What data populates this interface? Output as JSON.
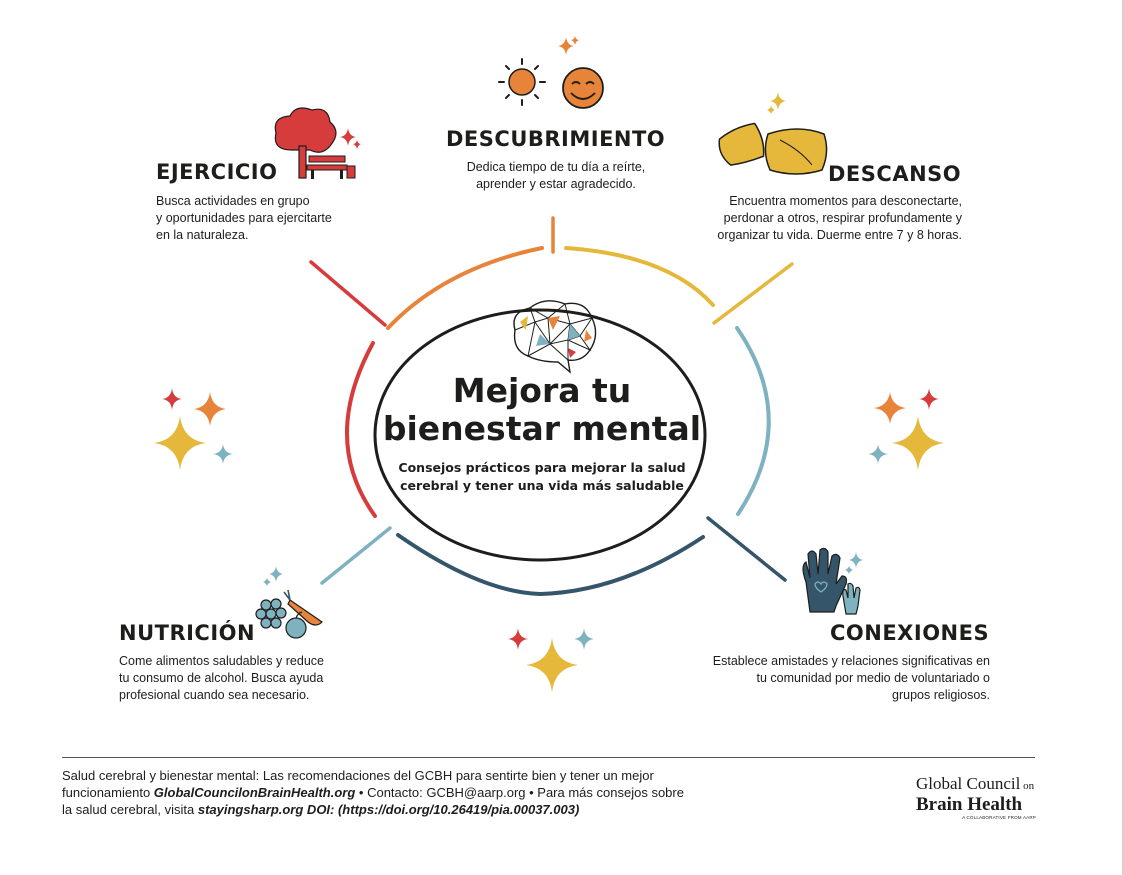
{
  "colors": {
    "ejercicio": "#d63c3c",
    "descubrimiento": "#e8833a",
    "descanso": "#e5b73b",
    "conexiones": "#7fb2c0",
    "nutricion": "#7fb2c0",
    "nutricion_line": "#35556b",
    "dark": "#1d1d1b"
  },
  "center": {
    "title_line1": "Mejora tu",
    "title_line2": "bienestar mental",
    "subtitle_line1": "Consejos prácticos para mejorar la salud",
    "subtitle_line2": "cerebral y tener una vida más saludable",
    "icon": "brain-network-icon"
  },
  "sections": {
    "descubrimiento": {
      "title": "DESCUBRIMIENTO",
      "text": "Dedica tiempo de tu día a reírte,\naprender y estar agradecido.",
      "icon": "sun-and-smiley-icon"
    },
    "ejercicio": {
      "title": "EJERCICIO",
      "text": "Busca actividades en grupo\ny oportunidades para ejercitarte\nen la naturaleza.",
      "icon": "tree-and-bench-icon"
    },
    "descanso": {
      "title": "DESCANSO",
      "text": "Encuentra momentos para desconectarte,\nperdonar a otros, respirar profundamente y\norganizar tu vida. Duerme entre 7 y 8 horas.",
      "icon": "pillows-icon"
    },
    "nutricion": {
      "title": "NUTRICIÓN",
      "text": "Come alimentos saludables y reduce\ntu consumo de alcohol. Busca ayuda\nprofesional cuando sea necesario.",
      "icon": "fruit-vegetables-icon"
    },
    "conexiones": {
      "title": "CONEXIONES",
      "text": "Establece amistades y relaciones significativas en\ntu comunidad por medio de voluntariado o\ngrupos religiosos.",
      "icon": "helping-hands-icon"
    }
  },
  "footer": {
    "line1": "Salud cerebral y bienestar mental: Las recomendaciones del GCBH para sentirte bien y tener un mejor",
    "line2_a": "funcionamiento ",
    "line2_link": "GlobalCouncilonBrainHealth.org",
    "line2_b": " • Contacto: GCBH@aarp.org • Para más consejos sobre",
    "line3_a": "la salud cerebral, visita ",
    "line3_link": "stayingsharp.org",
    "line3_doi": " DOI: (https://doi.org/10.26419/pia.00037.003)"
  },
  "logo": {
    "line1": "Global Council",
    "line1_small": " on",
    "line2": "Brain Health",
    "line3": "A COLLABORATIVE FROM AARP"
  }
}
